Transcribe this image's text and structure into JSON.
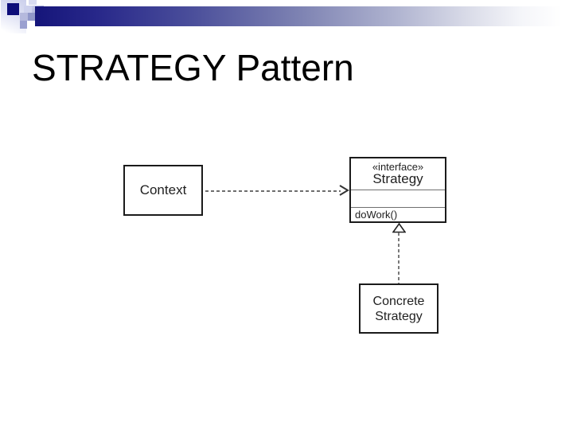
{
  "slide": {
    "title": "STRATEGY Pattern"
  },
  "diagram": {
    "context": {
      "label": "Context"
    },
    "strategy": {
      "stereotype": "«interface»",
      "name": "Strategy",
      "operation": "doWork()"
    },
    "concrete": {
      "name_line1": "Concrete",
      "name_line2": "Strategy"
    }
  },
  "icons": {
    "open_arrowhead": "dependency open arrowhead",
    "hollow_triangle": "realization hollow triangle"
  },
  "colors": {
    "accent_navy": "#15157a",
    "deco_lavender": "#ccd0ec",
    "box_border": "#1b1b1b",
    "dash_line": "#707070",
    "title_text": "#000000",
    "background": "#ffffff"
  }
}
